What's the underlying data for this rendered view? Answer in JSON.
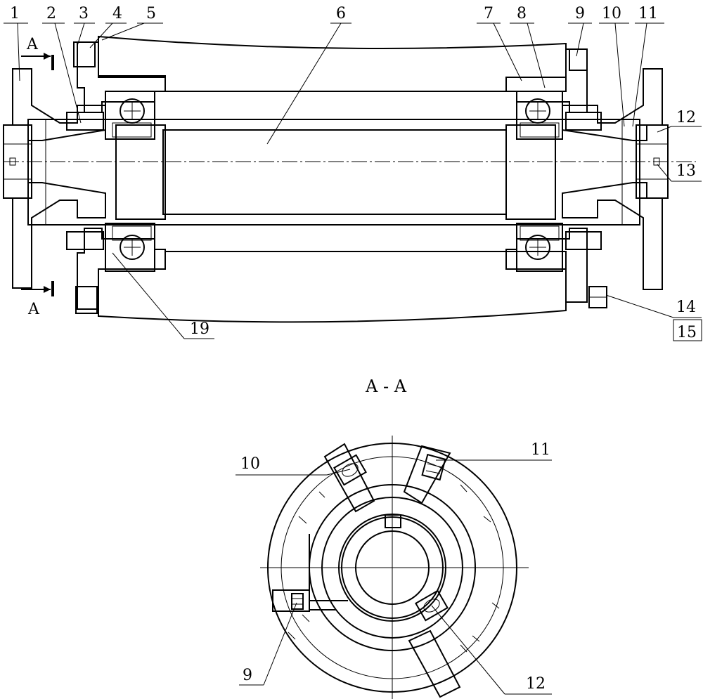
{
  "top_view": {
    "callouts": [
      "1",
      "2",
      "3",
      "4",
      "5",
      "6",
      "7",
      "8",
      "9",
      "10",
      "11",
      "12",
      "13",
      "14",
      "15",
      "19"
    ],
    "section_mark": "A"
  },
  "section_view": {
    "title": "A - A",
    "callouts": [
      "10",
      "11",
      "9",
      "12"
    ]
  }
}
